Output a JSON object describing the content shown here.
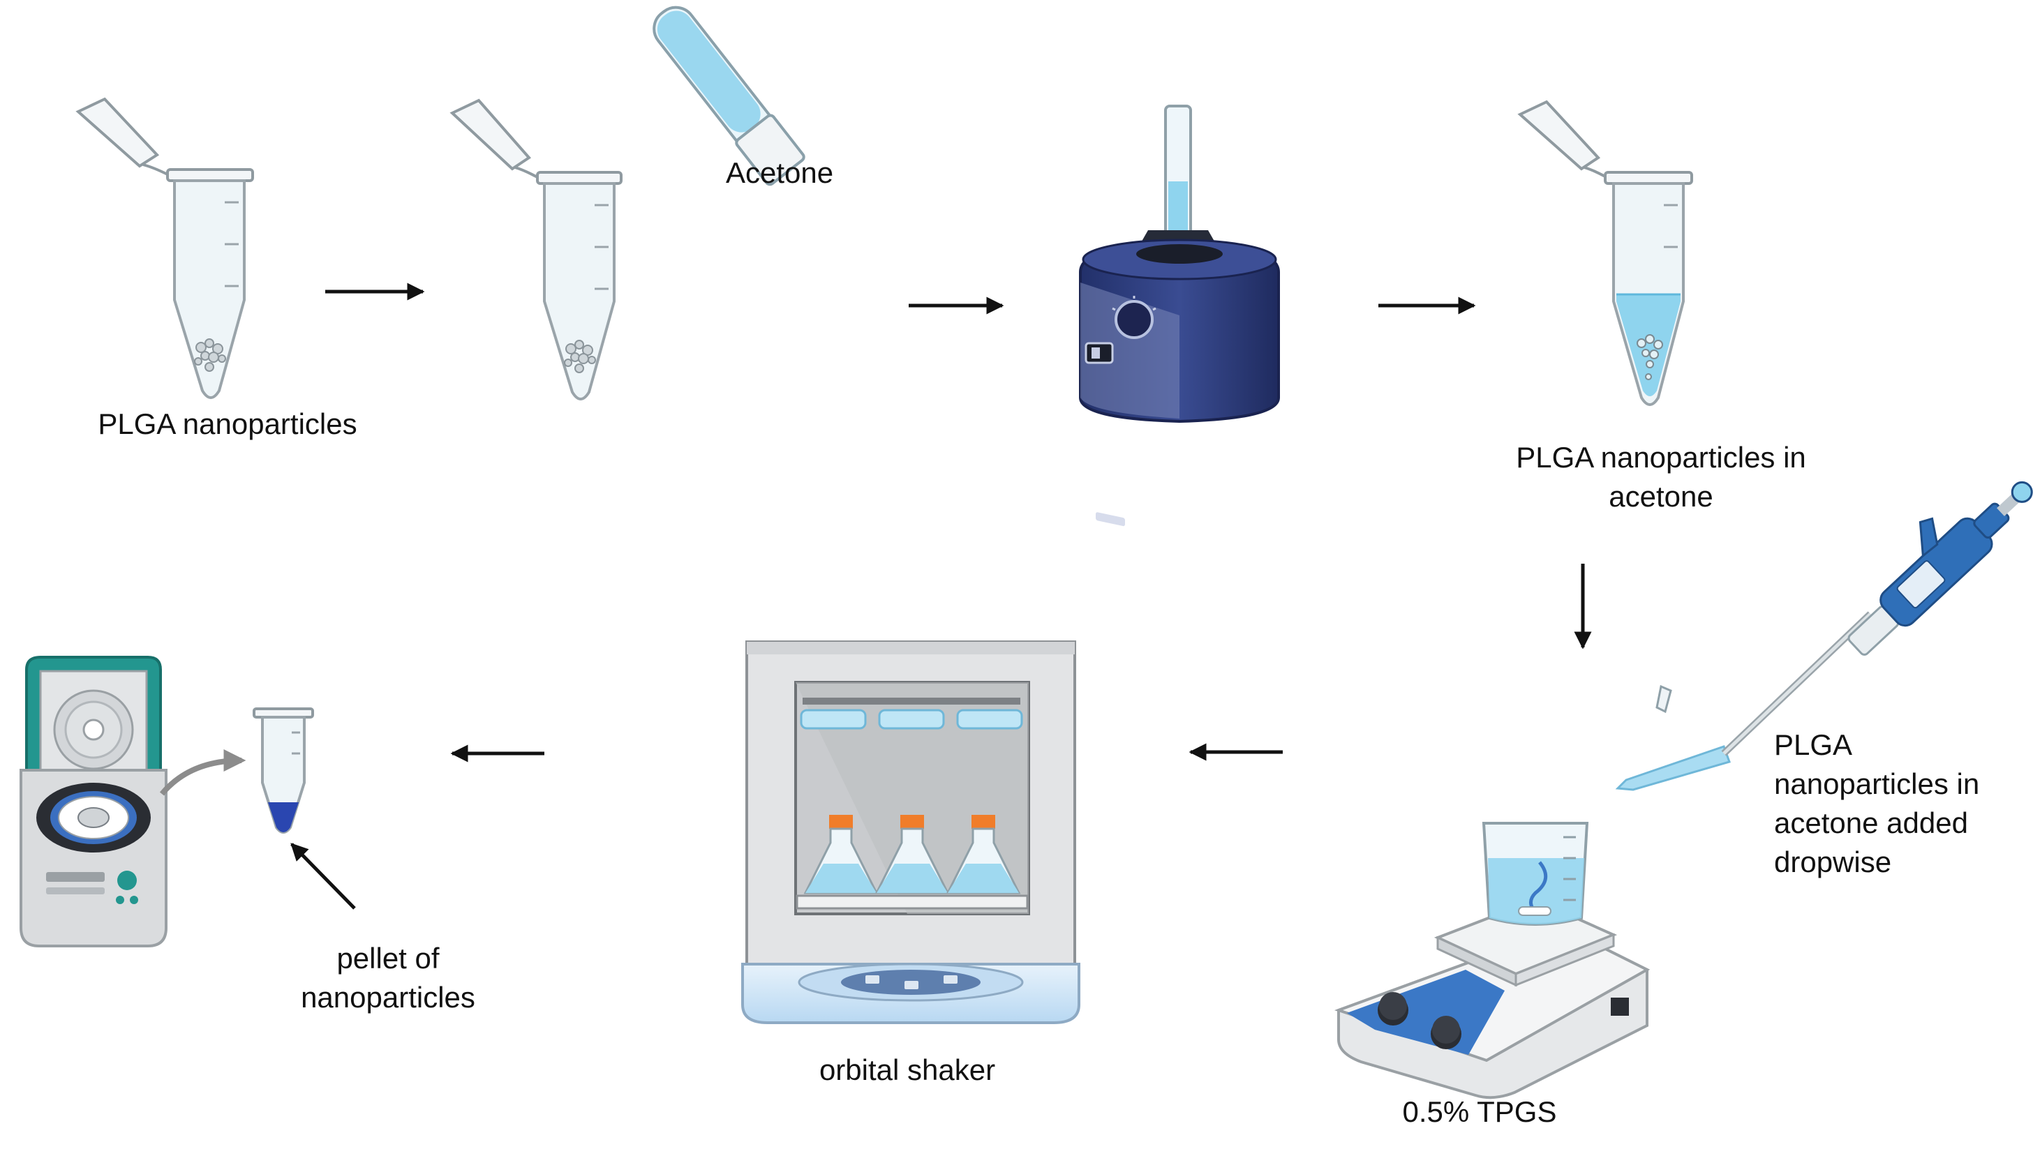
{
  "labels": {
    "plga_nanoparticles": "PLGA nanoparticles",
    "acetone": "Acetone",
    "plga_in_acetone_line1": "PLGA nanoparticles in",
    "plga_in_acetone_line2": "acetone",
    "dropwise_line1": "PLGA",
    "dropwise_line2": "nanoparticles in",
    "dropwise_line3": "acetone added",
    "dropwise_line4": "dropwise",
    "tpgs": "0.5% TPGS",
    "orbital_shaker": "orbital shaker",
    "pellet_line1": "pellet",
    "pellet_line2": "of",
    "pellet_line3": "nanoparticles"
  },
  "colors": {
    "tube_fill": "#eef5f8",
    "tube_stroke": "#9aa4aa",
    "liquid_blue": "#8fd4ee",
    "vortex_navy": "#2d3d7a",
    "centrifuge_teal": "#23968f",
    "pellet_blue": "#2a46b0",
    "cap_orange": "#f07d2a",
    "stirrer_blue": "#3b78c6",
    "arrow": "#111111"
  }
}
